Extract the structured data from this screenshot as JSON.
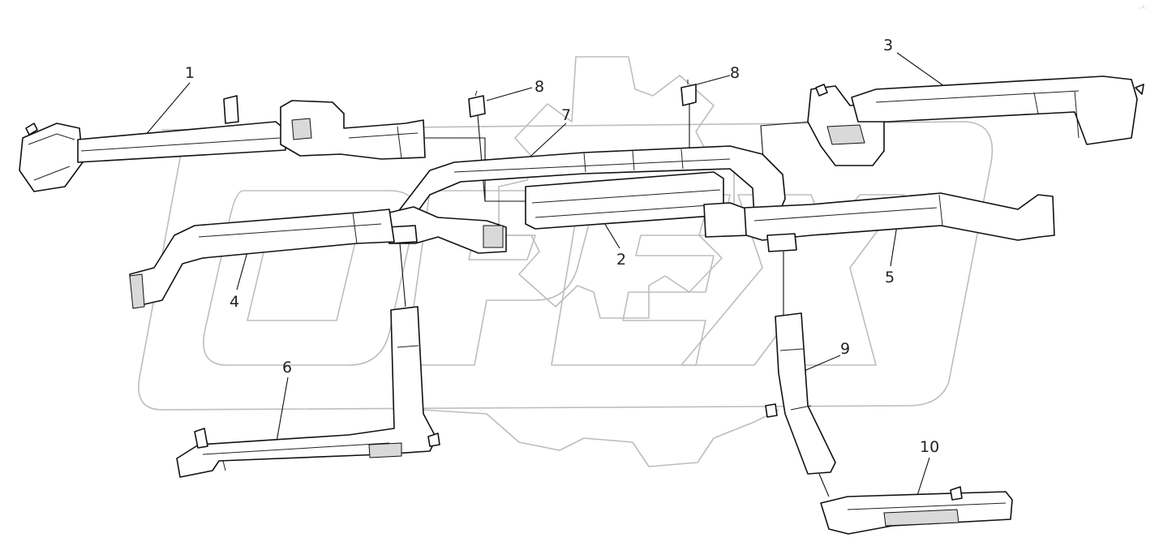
{
  "diagram": {
    "watermark": "OPEX",
    "corner_mark": "·°·",
    "callouts": [
      "1",
      "2",
      "3",
      "4",
      "5",
      "6",
      "7",
      "8",
      "8",
      "9",
      "10"
    ]
  }
}
